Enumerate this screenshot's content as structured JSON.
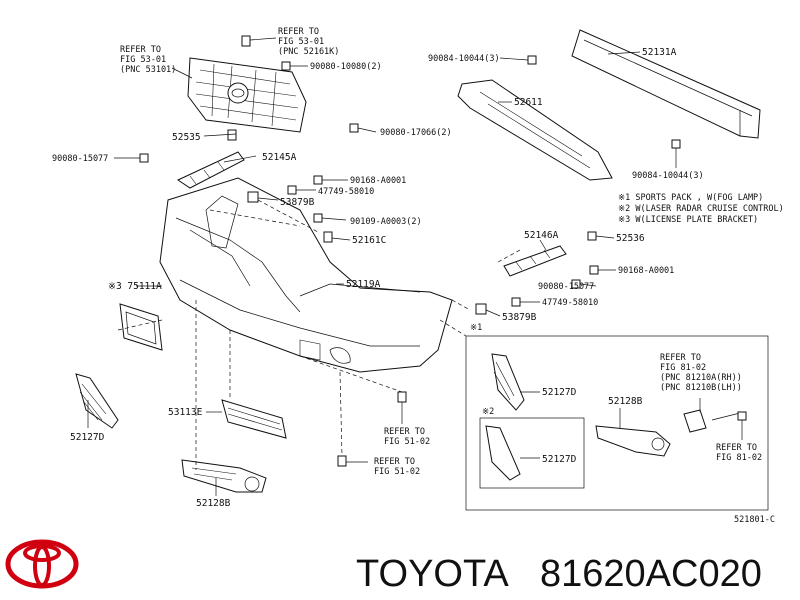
{
  "refs": {
    "fig53": [
      "REFER TO",
      "FIG 53-01",
      "(PNC 52161K)"
    ],
    "fig53b": [
      "REFER TO",
      "FIG 53-01",
      "(PNC 53101)"
    ],
    "fig81a": [
      "REFER TO",
      "FIG 81-02",
      "(PNC 81210A(RH))",
      "(PNC 81210B(LH))"
    ],
    "fig51a": [
      "REFER TO",
      "FIG 51-02"
    ],
    "fig51b": [
      "REFER TO",
      "FIG 51-02"
    ],
    "fig81b": [
      "REFER TO",
      "FIG 81-02"
    ]
  },
  "parts": {
    "p90080_10080": "90080-10080(2)",
    "p90080_17066": "90080-17066(2)",
    "p52535": "52535",
    "p90080_15077a": "90080-15077",
    "p52145a": "52145A",
    "p90168_a": "90168-A0001",
    "p47749a": "47749-58010",
    "p53879a": "53879B",
    "p90109": "90109-A0003(2)",
    "p52161c": "52161C",
    "p75111a": "※3 75111A",
    "p52119a": "52119A",
    "p53113e": "53113E",
    "p52127d_l": "52127D",
    "p52128b_l": "52128B",
    "p90084_top": "90084-10044(3)",
    "p52131a": "52131A",
    "p52611": "52611",
    "p90084_bot": "90084-10044(3)",
    "p52146a": "52146A",
    "p52536": "52536",
    "p90168_b": "90168-A0001",
    "p90080_15077b": "90080-15077",
    "p47749b": "47749-58010",
    "p53879b": "53879B",
    "box_mark1": "※1",
    "box_mark2": "※2",
    "p52127d_box1": "52127D",
    "p52127d_box2": "52127D",
    "p52128b_box": "52128B"
  },
  "notes": [
    "※1 SPORTS PACK , W(FOG LAMP)",
    "※2 W(LASER RADAR CRUISE CONTROL)",
    "※3 W(LICENSE PLATE BRACKET)"
  ],
  "diagram_code": "521801-C",
  "brand": {
    "name": "TOYOTA",
    "part_number": "81620AC020"
  }
}
